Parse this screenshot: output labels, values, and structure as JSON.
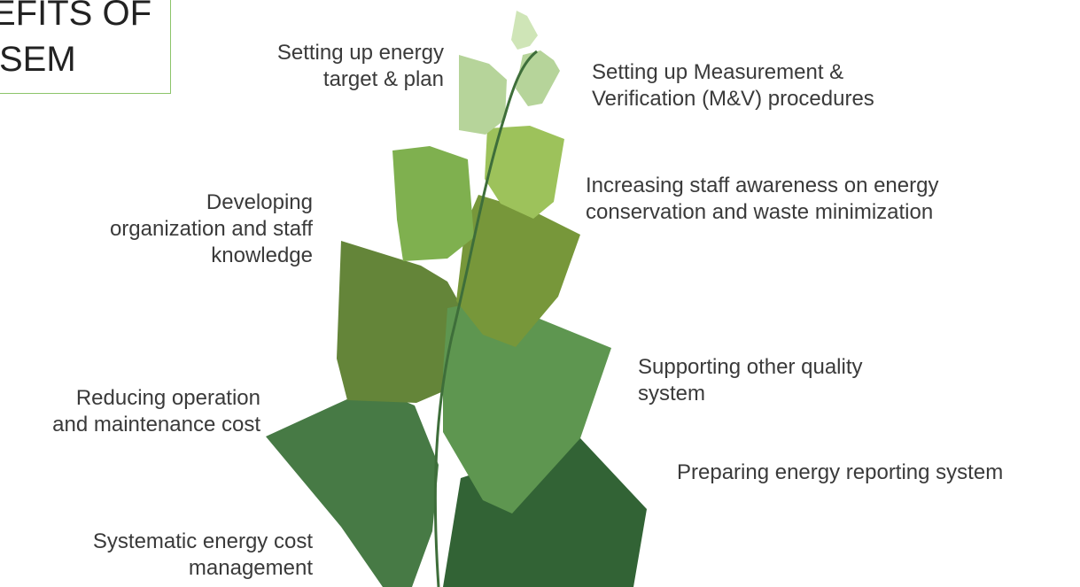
{
  "title": {
    "line1": "EFITS OF",
    "line2": "SEM"
  },
  "colors": {
    "leaf_lightest": "#cfe5b7",
    "leaf_light": "#b6d49a",
    "leaf_lime": "#9dc25b",
    "leaf_mid": "#7fb04f",
    "leaf_olive": "#77973a",
    "leaf_dark_olive": "#648539",
    "leaf_green": "#5e9650",
    "leaf_forest": "#477a45",
    "leaf_darkest": "#326335",
    "stem": "#3e6e3a",
    "box_border": "#8cc46a"
  },
  "benefits": {
    "energy_target": [
      "Setting up energy",
      "target & plan"
    ],
    "mv_procedures": [
      "Setting up Measurement &",
      "Verification (M&V)  procedures"
    ],
    "staff_awareness": [
      "Increasing staff awareness on  energy",
      "conservation and  waste minimization"
    ],
    "staff_knowledge": [
      "Developing",
      "organization and staff",
      "knowledge"
    ],
    "quality_system": [
      "Supporting other quality",
      "system"
    ],
    "operation_cost": [
      "Reducing operation",
      "and maintenance cost"
    ],
    "reporting_system": [
      "Preparing energy reporting system"
    ],
    "cost_management": [
      "Systematic energy cost",
      "management"
    ]
  }
}
